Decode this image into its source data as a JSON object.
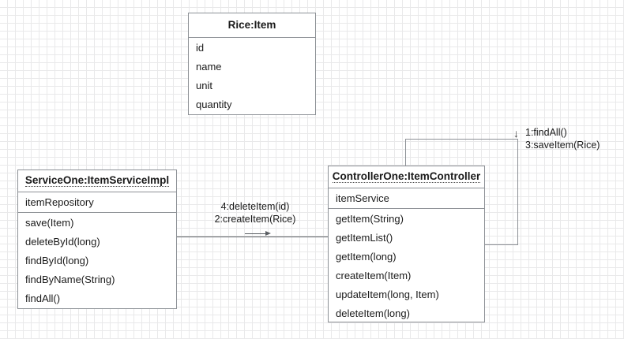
{
  "diagram": {
    "title": "UML collaboration diagram",
    "background": "#ffffff",
    "grid_color": "#e9e9ea",
    "border_color": "#8d9196",
    "line_color": "#5a5e63",
    "text_color": "#1a1a1a"
  },
  "classes": [
    {
      "id": "rice-item",
      "title": "Rice:Item",
      "title_underlined": false,
      "attributes": [
        "id",
        "name",
        "unit",
        "quantity"
      ],
      "operations": []
    },
    {
      "id": "service-one",
      "title": "ServiceOne:ItemServiceImpl",
      "title_underlined": true,
      "attributes": [
        "itemRepository"
      ],
      "operations": [
        "save(Item)",
        "deleteById(long)",
        "findById(long)",
        "findByName(String)",
        "findAll()"
      ]
    },
    {
      "id": "controller-one",
      "title": "ControllerOne:ItemController",
      "title_underlined": true,
      "attributes": [
        "itemService"
      ],
      "operations": [
        "getItem(String)",
        "getItemList()",
        "getItem(long)",
        "createItem(Item)",
        "updateItem(long, Item)",
        "deleteItem(long)"
      ]
    }
  ],
  "messages": {
    "service_to_controller": {
      "line1": "4:deleteItem(id)",
      "line2": "2:createItem(Rice)",
      "direction_icon": "arrow-right-icon"
    },
    "controller_self": {
      "arrow_glyph": "↓",
      "direction_icon": "arrow-down-icon",
      "line1": "1:findAll()",
      "line2": "3:saveItem(Rice)"
    }
  }
}
